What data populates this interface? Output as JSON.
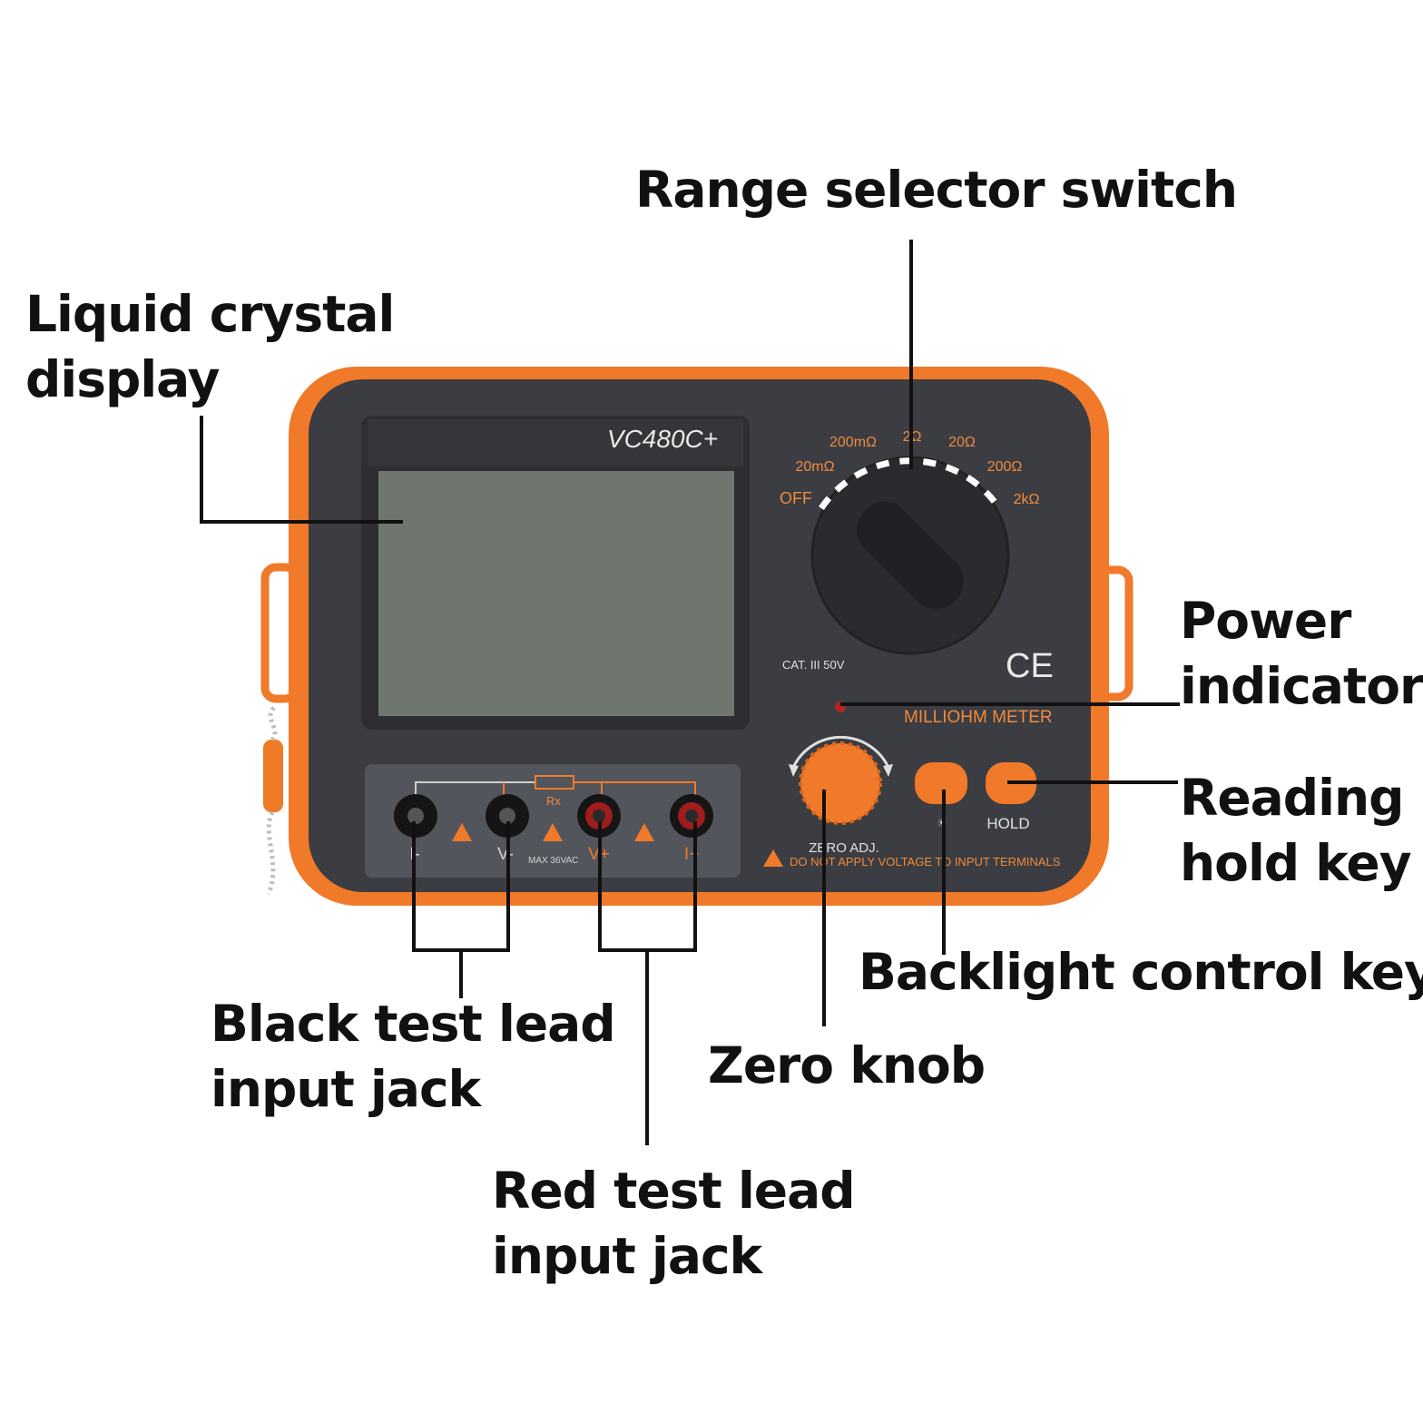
{
  "callouts": {
    "lcd": [
      "Liquid crystal",
      "display"
    ],
    "range_selector": [
      "Range selector switch"
    ],
    "power_indicator": [
      "Power",
      "indicator"
    ],
    "hold_key": [
      "Reading",
      "hold key"
    ],
    "backlight_key": [
      "Backlight control key"
    ],
    "zero_knob": [
      "Zero knob"
    ],
    "black_jack": [
      "Black test lead",
      "input jack"
    ],
    "red_jack": [
      "Red test lead",
      "input jack"
    ]
  },
  "device": {
    "model": "VC480C+",
    "dial_ranges": [
      "OFF",
      "20mΩ",
      "200mΩ",
      "2Ω",
      "20Ω",
      "200Ω",
      "2kΩ"
    ],
    "cat_rating": "CAT. III 50V",
    "ce_mark": "CE",
    "meter_name": "MILLIOHM METER",
    "zero_label": "ZERO ADJ.",
    "warning": "DO NOT APPLY VOLTAGE TO INPUT TERMINALS",
    "hold_label": "HOLD",
    "backlight_icon": "sun-icon",
    "terminal_labels": [
      "I-",
      "V-",
      "V+",
      "I+"
    ],
    "rx_label": "Rx",
    "max_label": "MAX 36VAC",
    "warning_icon": "warning-triangle-icon"
  },
  "colors": {
    "body_orange": "#f07a2a",
    "panel_dark": "#3b3d42",
    "lcd_green": "#6f7670",
    "accent_text": "#f08a3c",
    "leader_lines": "#111111"
  }
}
